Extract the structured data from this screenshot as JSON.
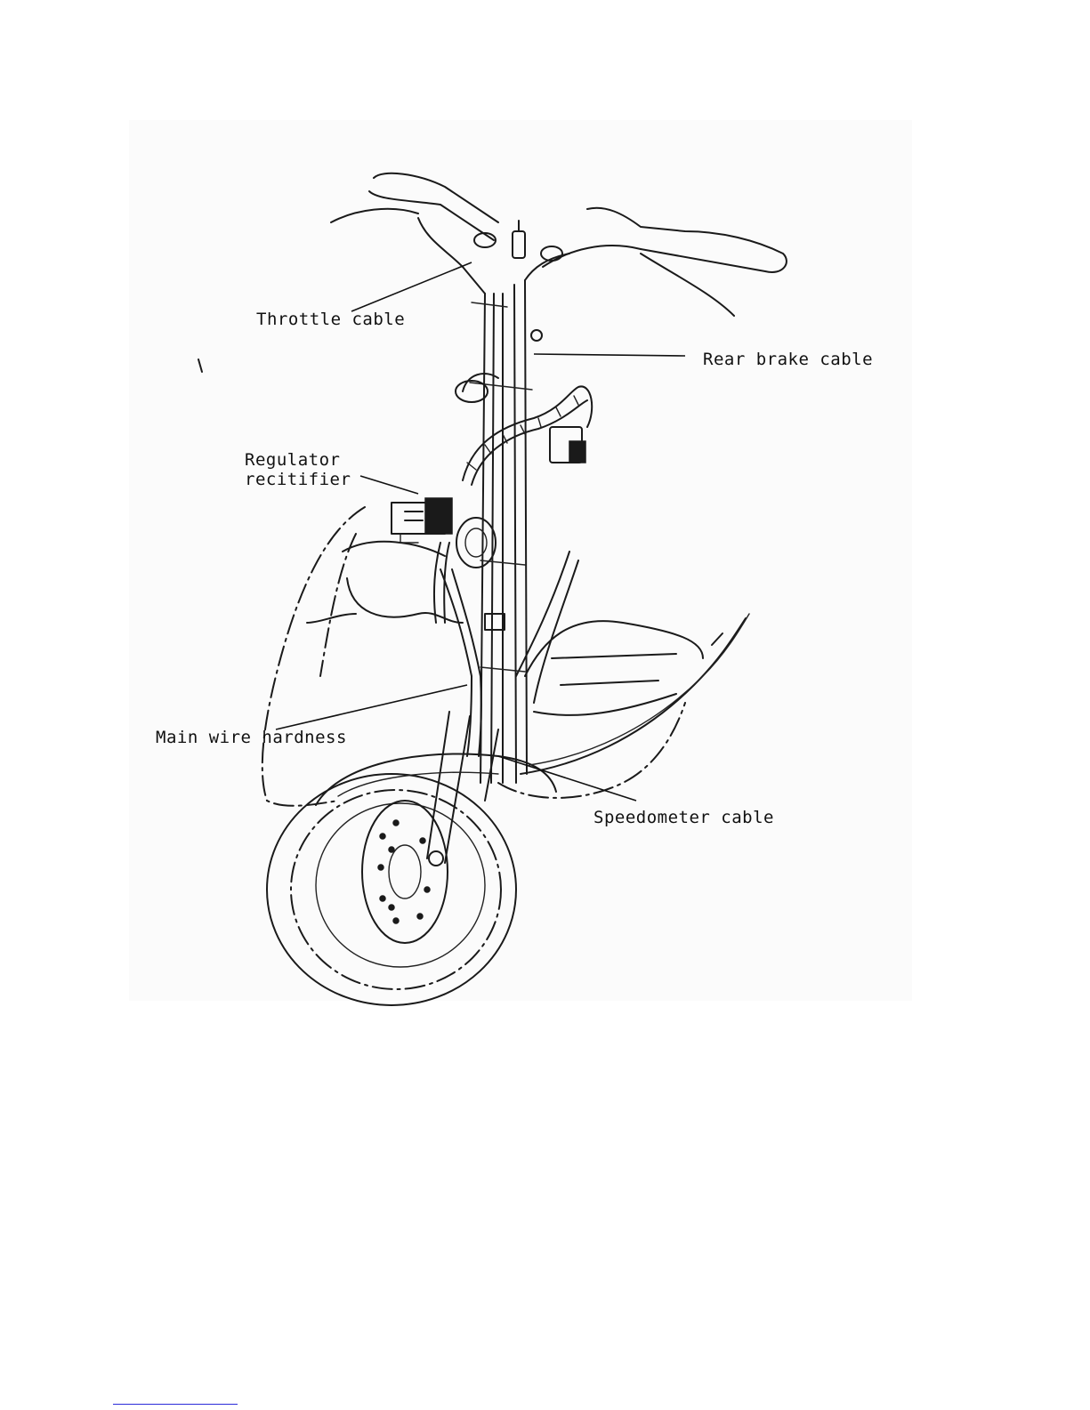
{
  "figure": {
    "labels": {
      "throttle_cable": "Throttle cable",
      "rear_brake_cable": "Rear brake cable",
      "regulator_line1": "Regulator",
      "regulator_line2": "recitifier",
      "main_wire_hardness": "Main wire hardness",
      "speedometer_cable": "Speedometer cable"
    }
  },
  "colors": {
    "ink": "#1a1a1a",
    "panel": "#fbfbfb",
    "footer_line": "#2b2bd9"
  }
}
